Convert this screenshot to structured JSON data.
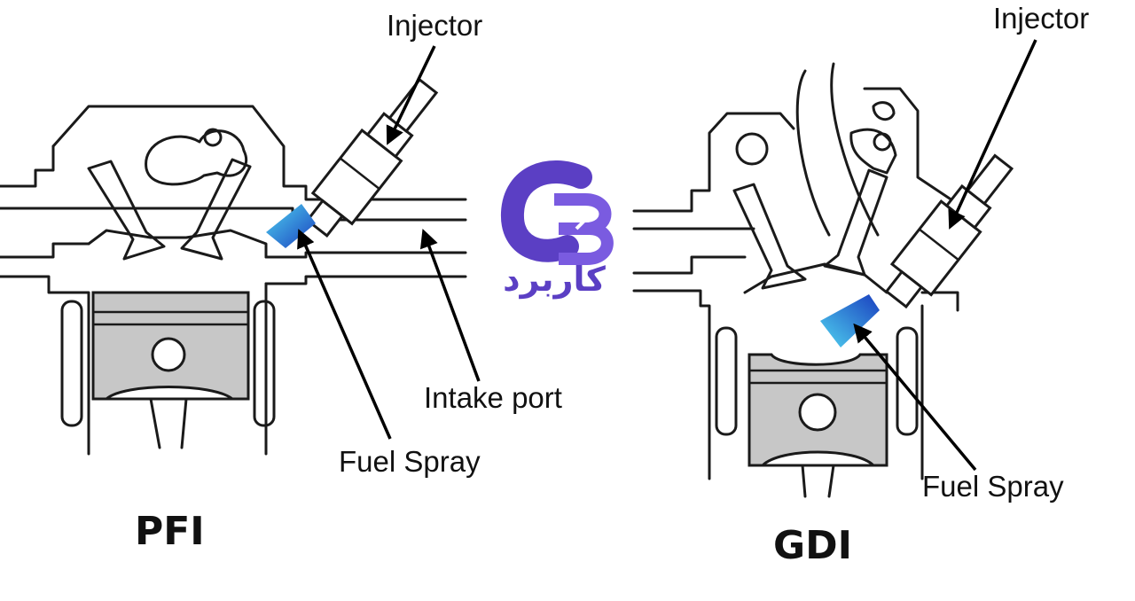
{
  "pfi": {
    "title": "PFI",
    "labels": {
      "injector": "Injector",
      "intake_port": "Intake port",
      "fuel_spray": "Fuel Spray"
    }
  },
  "gdi": {
    "title": "GDI",
    "labels": {
      "injector": "Injector",
      "fuel_spray": "Fuel Spray"
    }
  },
  "watermark": {
    "logo_text": "کاربرد",
    "colors": {
      "primary": "#5b3fc4",
      "secondary": "#7a5be0"
    }
  },
  "colors": {
    "spray_light": "#4fd3f0",
    "spray_dark": "#1a3fbf",
    "piston": "#c7c7c7",
    "line": "#1a1a1a"
  }
}
